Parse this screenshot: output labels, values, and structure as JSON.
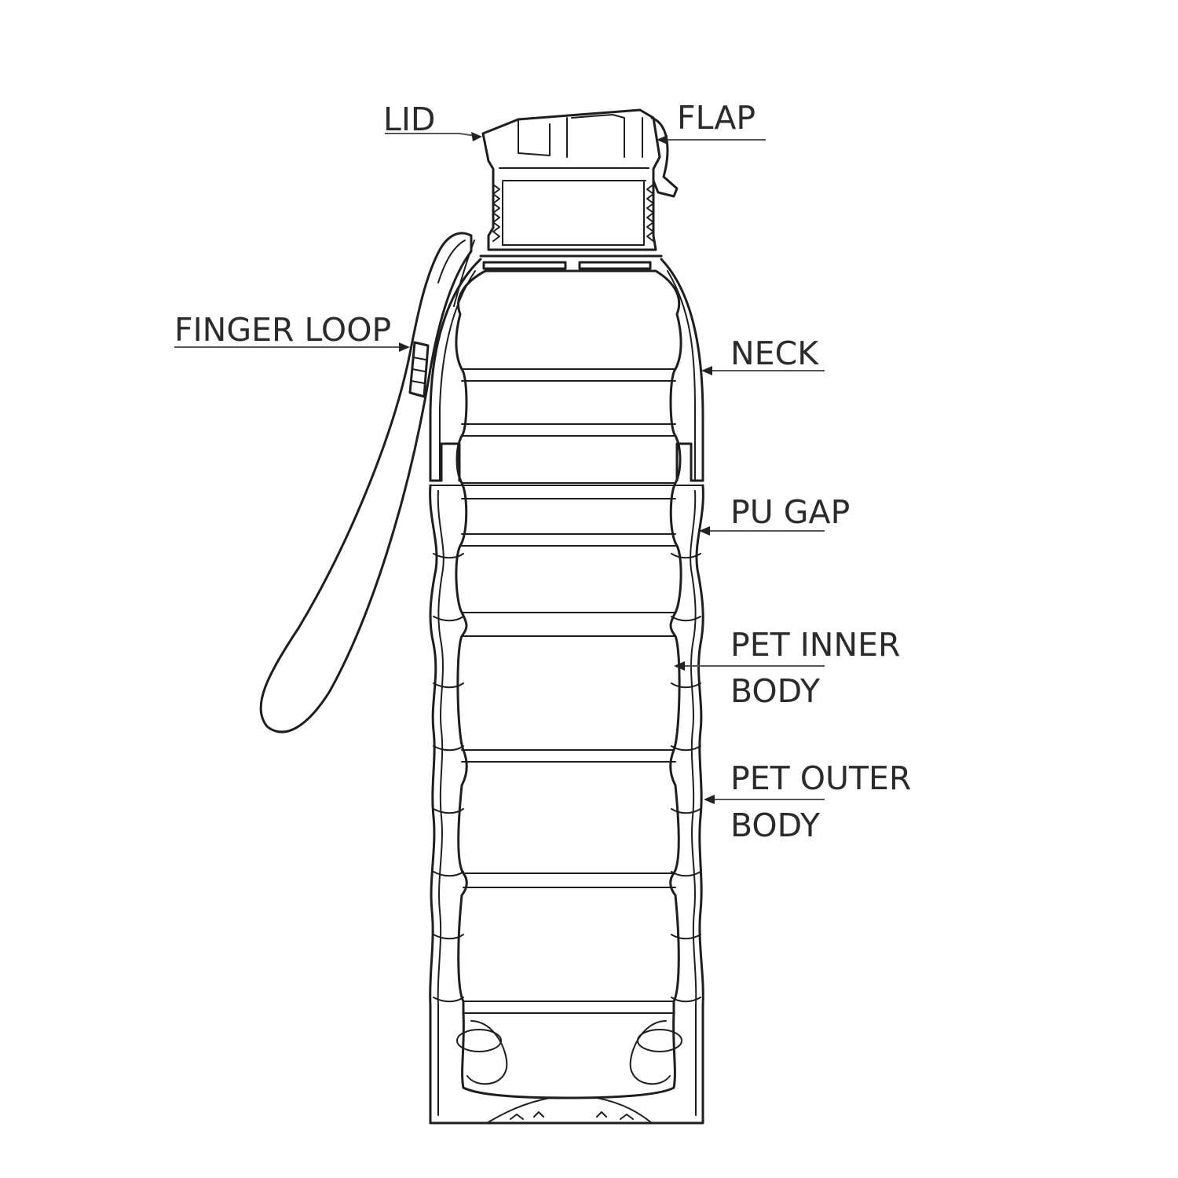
{
  "labels": {
    "lid": "LID",
    "flap": "FLAP",
    "finger_loop": "FINGER LOOP",
    "neck": "NECK",
    "pu_gap": "PU GAP",
    "pet_inner_line1": "PET INNER",
    "pet_inner_line2": "BODY",
    "pet_outer_line1": "PET OUTER",
    "pet_outer_line2": "BODY"
  },
  "colors": {
    "line": "#1e1e1e",
    "text": "#2b2b2b",
    "background": "#ffffff"
  }
}
